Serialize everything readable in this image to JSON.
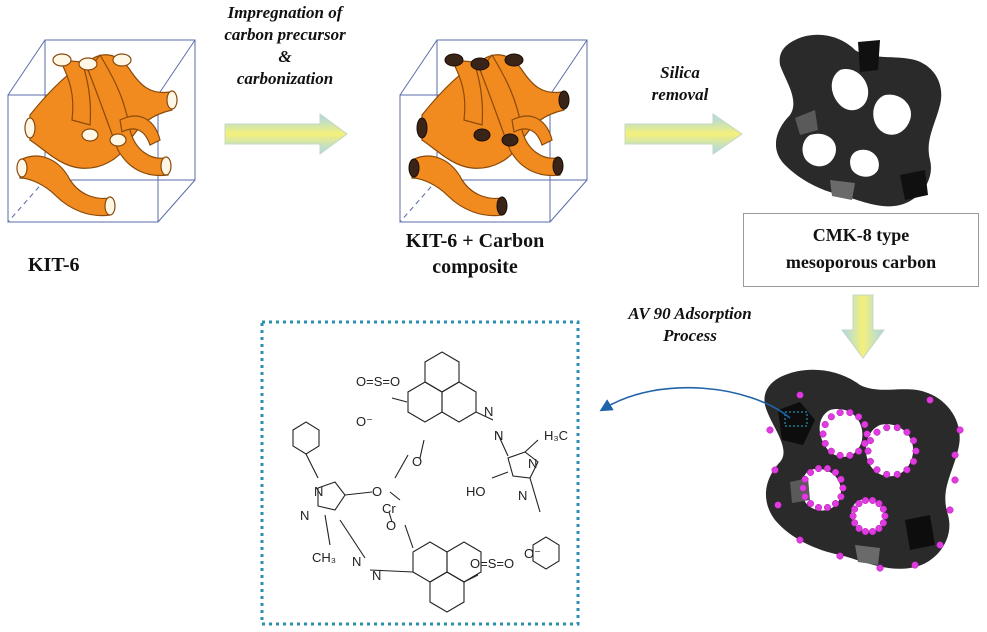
{
  "labels": {
    "kit6": "KIT-6",
    "impregnation": {
      "line1": "Impregnation of",
      "line2": "carbon precursor",
      "line3": "&",
      "line4": "carbonization"
    },
    "composite": {
      "line1": "KIT-6 + Carbon",
      "line2": "composite"
    },
    "silica_removal": {
      "line1": "Silica",
      "line2": "removal"
    },
    "cmk8": {
      "line1": "CMK-8 type",
      "line2": "mesoporous carbon"
    },
    "adsorption": {
      "line1": "AV 90 Adsorption",
      "line2": "Process"
    }
  },
  "molecule": {
    "so3_top": "O=S=O",
    "o_minus": "O⁻",
    "cr": "Cr",
    "o": "O",
    "n": "N",
    "ho": "HO",
    "h3c": "H₃C",
    "ch3": "CH₃"
  },
  "colors": {
    "silica_orange": "#f28b1f",
    "carbon_dark": "#2a2a2a",
    "dye_magenta": "#e03be0",
    "frame_blue": "#2a8fb0",
    "arrow_yellow": "#f2ee5a",
    "arrow_blue": "#a8d6ee"
  }
}
